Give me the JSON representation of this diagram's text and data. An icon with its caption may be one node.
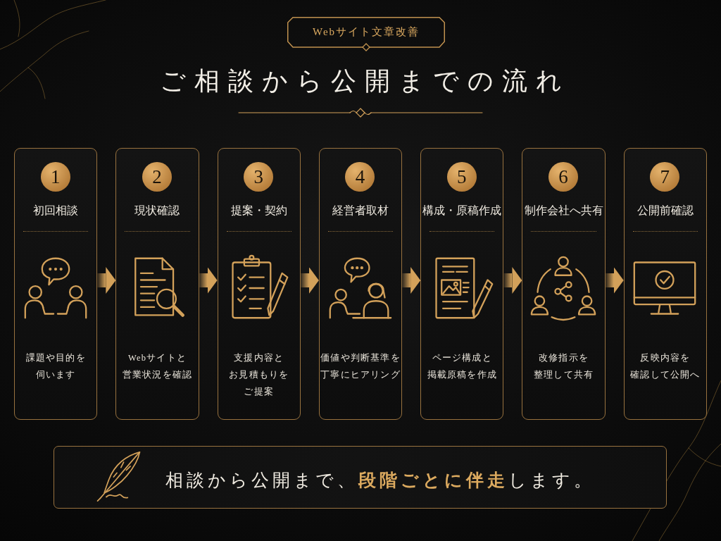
{
  "diagram": {
    "title": "ご相談から公開までの流れ",
    "nodes": [
      {
        "text": [
          "Webサイト文章改善"
        ]
      },
      {
        "text": [
          "初回相談",
          "課題や目的を伺います"
        ]
      },
      {
        "text": [
          "1"
        ],
        "in": 1
      },
      {
        "text": [
          "現状確認",
          "Webサイトと営業状況を確認"
        ]
      },
      {
        "text": [
          "2"
        ],
        "in": 3
      },
      {
        "text": [
          "提案・契約",
          "支援内容とお見積もりをご提案"
        ]
      },
      {
        "text": [
          "3"
        ],
        "in": 5
      },
      {
        "text": [
          "経営者取材",
          "価値や判断基準を丁寧にヒアリング"
        ]
      },
      {
        "text": [
          "4"
        ],
        "in": 7
      },
      {
        "text": [
          "構成・原稿作成",
          "ページ構成と掲載原稿を作成"
        ]
      },
      {
        "text": [
          "5"
        ],
        "in": 9
      },
      {
        "text": [
          "制作会社へ共有",
          "改修指示を整理して共有"
        ]
      },
      {
        "text": [
          "6"
        ],
        "in": 11
      },
      {
        "text": [
          "公開前確認",
          "反映内容を確認して公開へ"
        ]
      },
      {
        "text": [
          "7"
        ],
        "in": 13
      },
      {
        "text": [
          "相談から公開まで、**段階ごとに伴走**します。"
        ]
      }
    ],
    "edges": [
      {
        "from": 1,
        "to": 3,
        "arrow": "to"
      },
      {
        "from": 3,
        "to": 5,
        "arrow": "to"
      },
      {
        "from": 5,
        "to": 7,
        "arrow": "to"
      },
      {
        "from": 7,
        "to": 9,
        "arrow": "to"
      },
      {
        "from": 9,
        "to": 11,
        "arrow": "to"
      },
      {
        "from": 11,
        "to": 13,
        "arrow": "to"
      }
    ]
  }
}
